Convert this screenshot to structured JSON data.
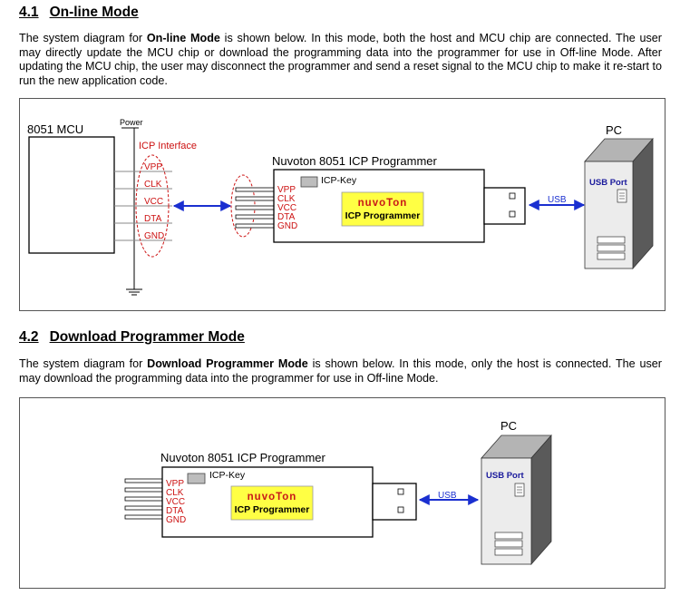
{
  "section1": {
    "number": "4.1",
    "title": "On-line Mode",
    "para_pre": "The system diagram for ",
    "para_bold": "On-line Mode",
    "para_post": " is shown below. In this mode, both the host and MCU chip are connected. The user may directly update the MCU chip or download the programming data into the programmer for use in Off-line Mode. After updating the MCU chip, the user may disconnect the programmer and send a reset signal to the MCU chip to make it re-start to run the new application code.",
    "diagram": {
      "mcu_label": "8051 MCU",
      "power_label": "Power",
      "icp_interface_label": "ICP Interface",
      "pins": [
        "VPP",
        "CLK",
        "VCC",
        "DTA",
        "GND"
      ],
      "programmer_title": "Nuvoton 8051 ICP Programmer",
      "icp_key_label": "ICP-Key",
      "logo_text": "nuvoTon",
      "logo_sub": "ICP Programmer",
      "usb_label": "USB",
      "pc_label": "PC",
      "usb_port_label": "USB Port"
    }
  },
  "section2": {
    "number": "4.2",
    "title": "Download Programmer Mode",
    "para_pre": "The system diagram for ",
    "para_bold": "Download Programmer Mode",
    "para_post": " is shown below. In this mode, only the host is connected. The user may download the programming data into the programmer for use in Off-line Mode.",
    "diagram": {
      "programmer_title": "Nuvoton 8051 ICP Programmer",
      "icp_key_label": "ICP-Key",
      "pins": [
        "VPP",
        "CLK",
        "VCC",
        "DTA",
        "GND"
      ],
      "logo_text": "nuvoTon",
      "logo_sub": "ICP Programmer",
      "usb_label": "USB",
      "pc_label": "PC",
      "usb_port_label": "USB Port"
    }
  },
  "colors": {
    "pin_red": "#cc1111",
    "arrow_blue": "#1a2fd0",
    "logo_bg": "#ffff44",
    "logo_text": "#c81818",
    "usb_port_blue": "#1a1a9c",
    "pc_face": "#ececec",
    "pc_top": "#b4b4b4",
    "pc_side": "#5a5a5a"
  }
}
